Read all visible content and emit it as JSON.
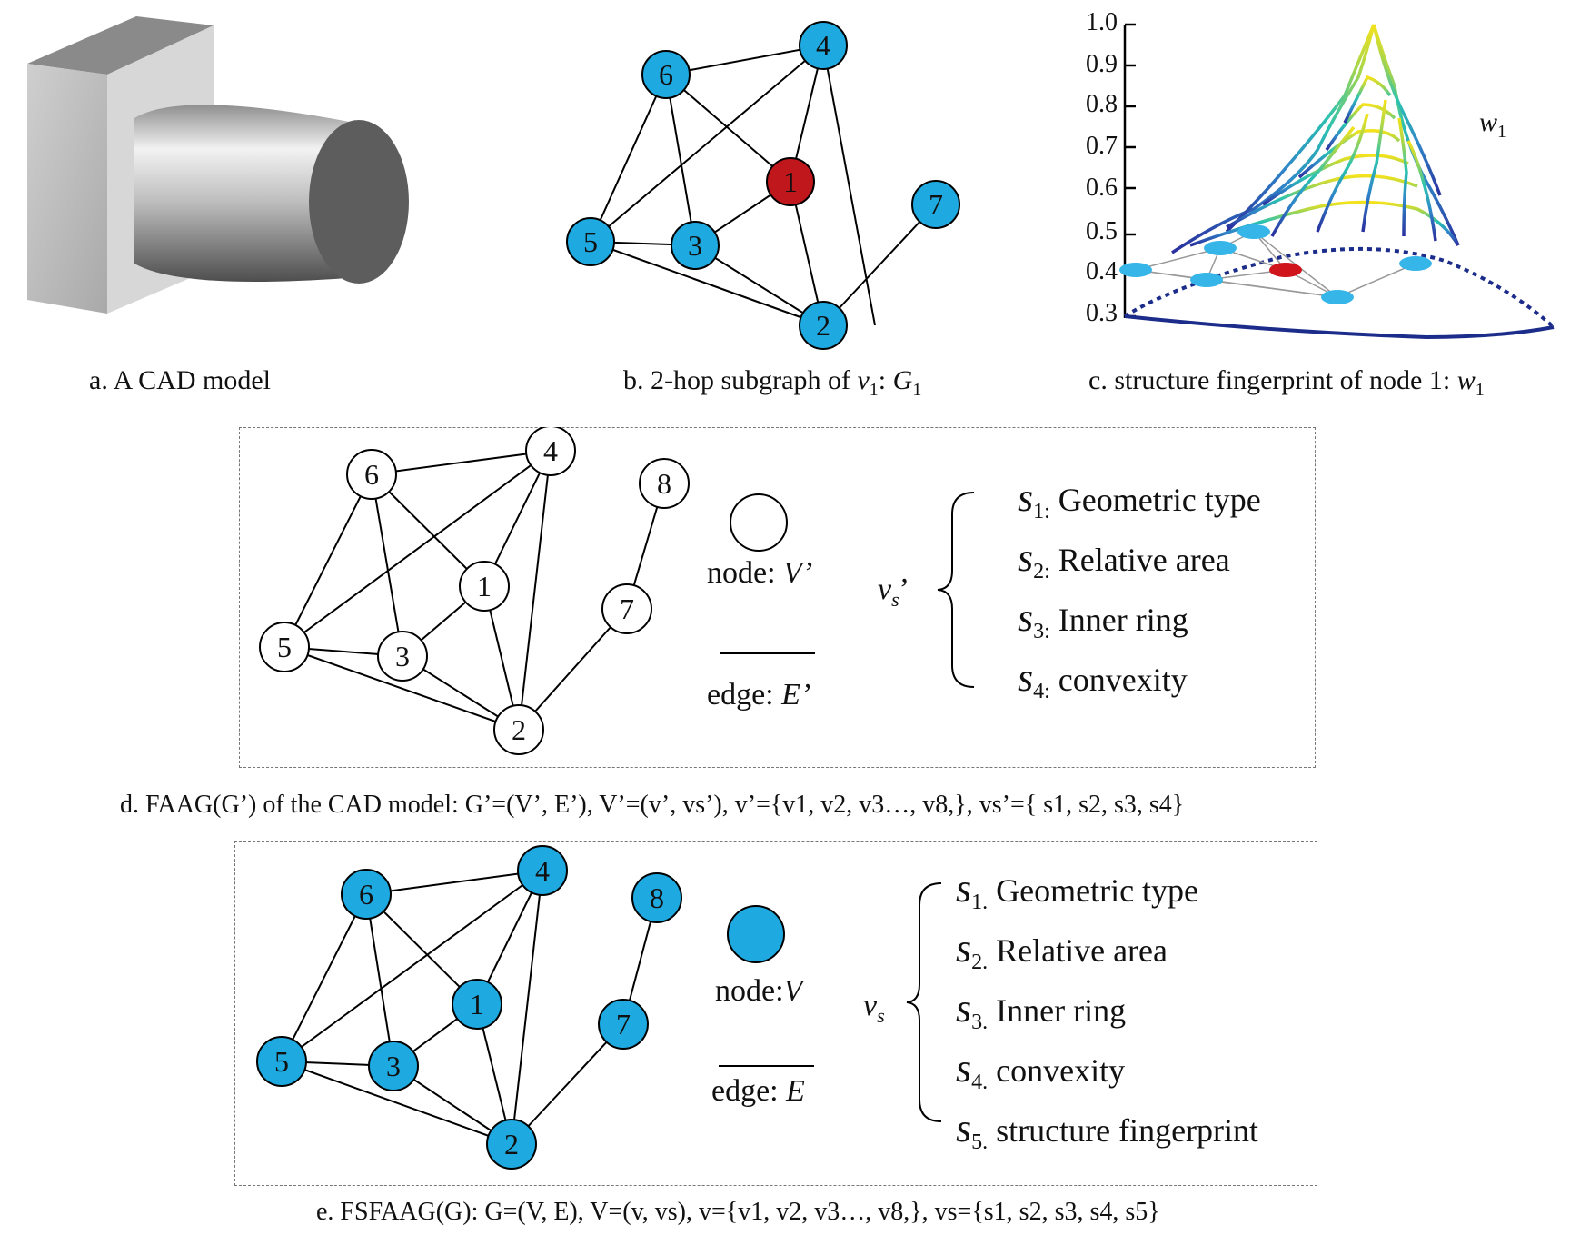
{
  "panel_a": {
    "caption": "a. A CAD model"
  },
  "panel_b": {
    "caption_prefix": "b. 2-hop subgraph of ",
    "caption_var": "v",
    "caption_sub": "1",
    "caption_sep": ": ",
    "caption_graph": "G",
    "caption_graph_sub": "1",
    "nodes": [
      {
        "id": "1",
        "color": "#c0171d"
      },
      {
        "id": "2",
        "color": "#1ea9e0"
      },
      {
        "id": "3",
        "color": "#1ea9e0"
      },
      {
        "id": "4",
        "color": "#1ea9e0"
      },
      {
        "id": "5",
        "color": "#1ea9e0"
      },
      {
        "id": "6",
        "color": "#1ea9e0"
      },
      {
        "id": "7",
        "color": "#1ea9e0"
      }
    ]
  },
  "panel_c": {
    "caption_prefix": "c. structure fingerprint of node 1:  ",
    "caption_var": "w",
    "caption_sub": "1",
    "surface_label": "w",
    "surface_label_sub": "1",
    "axis_ticks": [
      "1.0",
      "0.9",
      "0.8",
      "0.7",
      "0.6",
      "0.5",
      "0.4",
      "0.3"
    ]
  },
  "panel_d": {
    "node_labels": [
      "1",
      "2",
      "3",
      "4",
      "5",
      "6",
      "7",
      "8"
    ],
    "legend_node": "node: ",
    "legend_node_var": "V’",
    "legend_edge": "edge: ",
    "legend_edge_var": "E’",
    "vs_label": "v",
    "vs_sub": "s",
    "vs_prime": "’",
    "features": [
      {
        "sym": "s",
        "sub": "1",
        "sep": ":",
        "text": " Geometric type"
      },
      {
        "sym": "s",
        "sub": "2",
        "sep": ":",
        "text": " Relative area"
      },
      {
        "sym": "s",
        "sub": "3",
        "sep": ":",
        "text": " Inner ring"
      },
      {
        "sym": "s",
        "sub": "4",
        "sep": ":",
        "text": " convexity"
      }
    ],
    "caption_text": "d. FAAG(G’) of the CAD model: G’=(V’, E’), V’=(v’, vs’), v’={v1, v2, v3…, v8,}, vs’={ s1, s2, s3, s4}"
  },
  "panel_e": {
    "node_labels": [
      "1",
      "2",
      "3",
      "4",
      "5",
      "6",
      "7",
      "8"
    ],
    "node_color": "#1ea9e0",
    "legend_node": "node:",
    "legend_node_var": "V",
    "legend_edge": "edge: ",
    "legend_edge_var": "E",
    "vs_label": "v",
    "vs_sub": "s",
    "features": [
      {
        "sym": "s",
        "sub": "1",
        "sep": ".",
        "text": " Geometric type"
      },
      {
        "sym": "s",
        "sub": "2",
        "sep": ".",
        "text": " Relative area"
      },
      {
        "sym": "s",
        "sub": "3",
        "sep": ".",
        "text": " Inner ring"
      },
      {
        "sym": "s",
        "sub": "4",
        "sep": ".",
        "text": " convexity"
      },
      {
        "sym": "s",
        "sub": "5",
        "sep": ".",
        "text": " structure fingerprint"
      }
    ],
    "caption_text": "e. FSFAAG(G): G=(V, E), V=(v, vs), v={v1, v2, v3…, v8,}, vs={s1, s2, s3, s4, s5}"
  }
}
